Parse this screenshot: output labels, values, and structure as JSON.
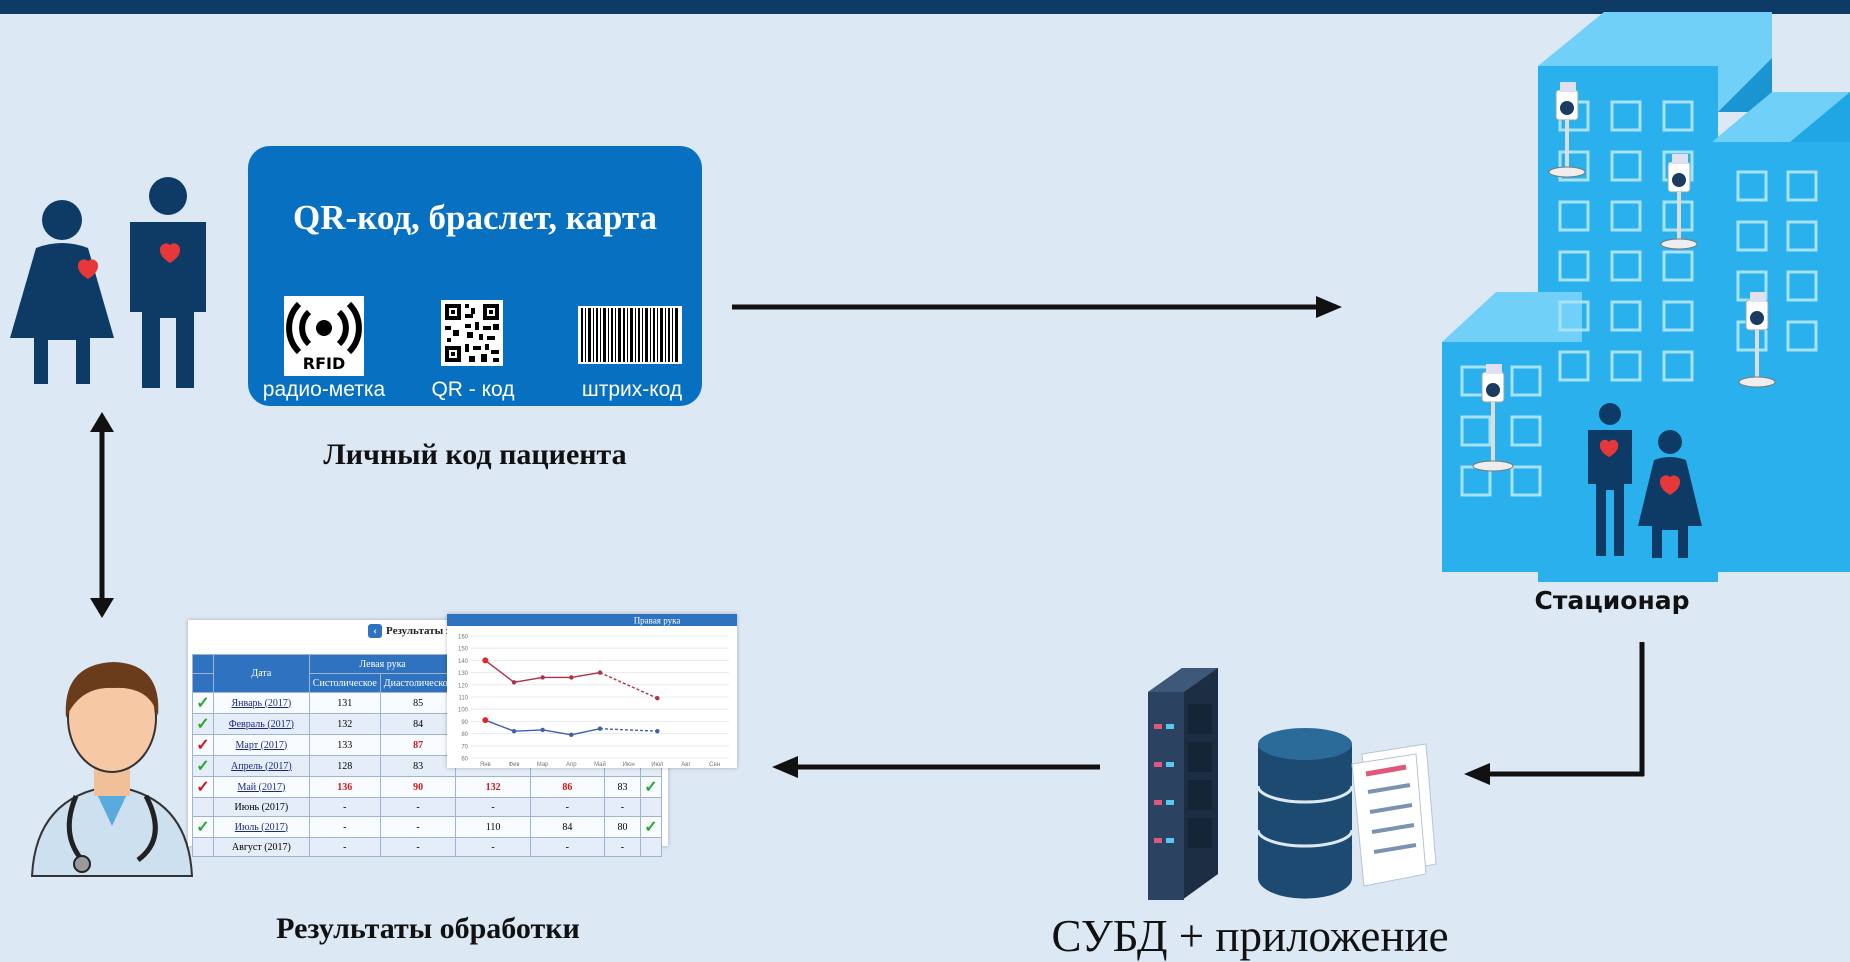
{
  "card": {
    "title": "QR-код, браслет, карта",
    "rfid_text": "RFID",
    "items": [
      {
        "label": "радио-метка"
      },
      {
        "label": "QR - код"
      },
      {
        "label": "штрих-код"
      }
    ]
  },
  "labels": {
    "patient_code": "Личный код пациента",
    "hospital": "Стационар",
    "dbms": "СУБД + приложение",
    "results": "Результаты обработки"
  },
  "results_table": {
    "title": "Результаты з",
    "left_arm_header": "Левая рука",
    "right_arm_header": "Правая рука",
    "headers": {
      "date": "Дата",
      "systolic": "Систолическое",
      "diastolic": "Диастолическое"
    },
    "rows": [
      {
        "mark": "ok",
        "date": "Январь (2017)",
        "link": true,
        "sys": "131",
        "dia": "85",
        "r_sys": "",
        "r_dia": "",
        "pulse": "",
        "rmark": "",
        "sys_hi": false,
        "dia_hi": false
      },
      {
        "mark": "ok",
        "date": "Февраль (2017)",
        "link": true,
        "sys": "132",
        "dia": "84",
        "r_sys": "",
        "r_dia": "",
        "pulse": "",
        "rmark": "",
        "sys_hi": false,
        "dia_hi": false
      },
      {
        "mark": "bad",
        "date": "Март (2017)",
        "link": true,
        "sys": "133",
        "dia": "87",
        "r_sys": "",
        "r_dia": "",
        "pulse": "",
        "rmark": "",
        "sys_hi": false,
        "dia_hi": true
      },
      {
        "mark": "ok",
        "date": "Апрель (2017)",
        "link": true,
        "sys": "128",
        "dia": "83",
        "r_sys": "",
        "r_dia": "",
        "pulse": "",
        "rmark": "",
        "sys_hi": false,
        "dia_hi": false
      },
      {
        "mark": "bad",
        "date": "Май (2017)",
        "link": true,
        "sys": "136",
        "dia": "90",
        "r_sys": "132",
        "r_dia": "86",
        "pulse": "83",
        "rmark": "ok",
        "sys_hi": true,
        "dia_hi": true
      },
      {
        "mark": "",
        "date": "Июнь (2017)",
        "link": false,
        "sys": "-",
        "dia": "-",
        "r_sys": "-",
        "r_dia": "-",
        "pulse": "-",
        "rmark": "",
        "sys_hi": false,
        "dia_hi": false
      },
      {
        "mark": "ok",
        "date": "Июль (2017)",
        "link": true,
        "sys": "-",
        "dia": "-",
        "r_sys": "110",
        "r_dia": "84",
        "pulse": "80",
        "rmark": "ok",
        "sys_hi": false,
        "dia_hi": false
      },
      {
        "mark": "",
        "date": "Август (2017)",
        "link": false,
        "sys": "-",
        "dia": "-",
        "r_sys": "-",
        "r_dia": "-",
        "pulse": "-",
        "rmark": "",
        "sys_hi": false,
        "dia_hi": false
      }
    ]
  },
  "chart_data": {
    "type": "line",
    "title": "Правая рука",
    "categories": [
      "Янв",
      "Фев",
      "Мар",
      "Апр",
      "Май",
      "Июн",
      "Июл",
      "Авг",
      "Сен"
    ],
    "ylim": [
      60,
      160
    ],
    "yticks": [
      60,
      70,
      80,
      90,
      100,
      110,
      120,
      130,
      140,
      150,
      160
    ],
    "grid": true,
    "series": [
      {
        "values": [
          140,
          122,
          126,
          126,
          130,
          null,
          109,
          null,
          null
        ],
        "color": "#b03048"
      },
      {
        "values": [
          91,
          82,
          83,
          79,
          84,
          null,
          82,
          null,
          null
        ],
        "color": "#3f5fb0"
      }
    ]
  },
  "colors": {
    "background": "#dde8f5",
    "card": "#0870c0",
    "building": "#2ab0ec",
    "person": "#0e3a66",
    "heart": "#e63838"
  }
}
